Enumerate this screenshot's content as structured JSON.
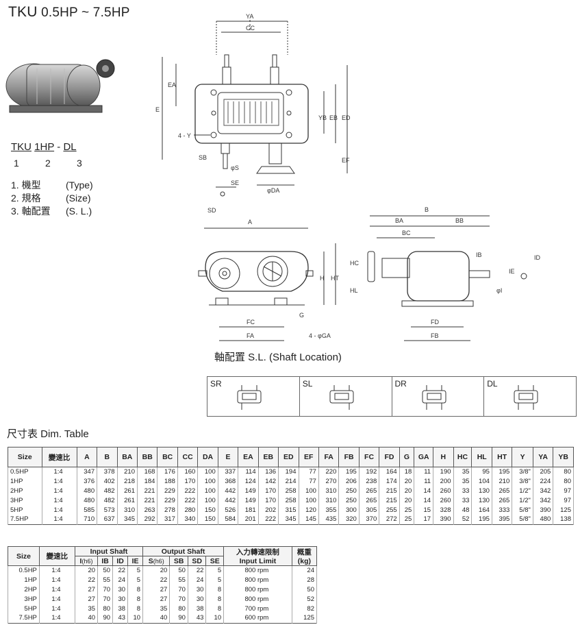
{
  "header": {
    "series": "TKU",
    "range": "0.5HP ~ 7.5HP"
  },
  "model_code": {
    "prefix": "TKU",
    "size": "1HP",
    "sep": "-",
    "loc": "DL",
    "n1": "1",
    "n2": "2",
    "n3": "3"
  },
  "legend": [
    {
      "num": "1.",
      "zh": "機型",
      "en": "(Type)"
    },
    {
      "num": "2.",
      "zh": "規格",
      "en": "(Size)"
    },
    {
      "num": "3.",
      "zh": "軸配置",
      "en": "(S. L.)"
    }
  ],
  "drawing_labels": {
    "ya": "YA",
    "cc": "CC",
    "ea": "EA",
    "e": "E",
    "yb": "YB",
    "eb": "EB",
    "ed": "ED",
    "ef": "EF",
    "four_y": "4 - Y",
    "sb": "SB",
    "phi_s": "φS",
    "se": "SE",
    "sd": "SD",
    "phi_da": "φDA",
    "a": "A",
    "h": "H",
    "ht": "HT",
    "g": "G",
    "fc": "FC",
    "fa": "FA",
    "four_ga": "4 - φGA",
    "b": "B",
    "ba": "BA",
    "bb": "BB",
    "bc": "BC",
    "hc": "HC",
    "hl": "HL",
    "ib": "IB",
    "ie": "IE",
    "id": "ID",
    "phi_i": "φI",
    "fd": "FD",
    "fb": "FB"
  },
  "shaft_location": {
    "title": "軸配置 S.L. (Shaft Location)",
    "options": [
      "SR",
      "SL",
      "DR",
      "DL"
    ]
  },
  "dim_table": {
    "title": "尺寸表  Dim. Table",
    "headers": [
      "Size",
      "變速比",
      "A",
      "B",
      "BA",
      "BB",
      "BC",
      "CC",
      "DA",
      "E",
      "EA",
      "EB",
      "ED",
      "EF",
      "FA",
      "FB",
      "FC",
      "FD",
      "G",
      "GA",
      "H",
      "HC",
      "HL",
      "HT",
      "Y",
      "YA",
      "YB"
    ],
    "rows": [
      [
        "0.5HP",
        "1:4",
        "347",
        "378",
        "210",
        "168",
        "176",
        "160",
        "100",
        "337",
        "114",
        "136",
        "194",
        "77",
        "220",
        "195",
        "192",
        "164",
        "18",
        "11",
        "190",
        "35",
        "95",
        "195",
        "3/8\"",
        "205",
        "80"
      ],
      [
        "1HP",
        "1:4",
        "376",
        "402",
        "218",
        "184",
        "188",
        "170",
        "100",
        "368",
        "124",
        "142",
        "214",
        "77",
        "270",
        "206",
        "238",
        "174",
        "20",
        "11",
        "200",
        "35",
        "104",
        "210",
        "3/8\"",
        "224",
        "80"
      ],
      [
        "2HP",
        "1:4",
        "480",
        "482",
        "261",
        "221",
        "229",
        "222",
        "100",
        "442",
        "149",
        "170",
        "258",
        "100",
        "310",
        "250",
        "265",
        "215",
        "20",
        "14",
        "260",
        "33",
        "130",
        "265",
        "1/2\"",
        "342",
        "97"
      ],
      [
        "3HP",
        "1:4",
        "480",
        "482",
        "261",
        "221",
        "229",
        "222",
        "100",
        "442",
        "149",
        "170",
        "258",
        "100",
        "310",
        "250",
        "265",
        "215",
        "20",
        "14",
        "260",
        "33",
        "130",
        "265",
        "1/2\"",
        "342",
        "97"
      ],
      [
        "5HP",
        "1:4",
        "585",
        "573",
        "310",
        "263",
        "278",
        "280",
        "150",
        "526",
        "181",
        "202",
        "315",
        "120",
        "355",
        "300",
        "305",
        "255",
        "25",
        "15",
        "328",
        "48",
        "164",
        "333",
        "5/8\"",
        "390",
        "125"
      ],
      [
        "7.5HP",
        "1:4",
        "710",
        "637",
        "345",
        "292",
        "317",
        "340",
        "150",
        "584",
        "201",
        "222",
        "345",
        "145",
        "435",
        "320",
        "370",
        "272",
        "25",
        "17",
        "390",
        "52",
        "195",
        "395",
        "5/8\"",
        "480",
        "138"
      ]
    ]
  },
  "shaft_table": {
    "h_size": "Size",
    "h_ratio": "變速比",
    "h_input": "Input Shaft",
    "h_output": "Output Shaft",
    "h_limit_zh": "入力轉速限制",
    "h_limit_en": "Input Limit",
    "h_weight_zh": "概重",
    "h_weight_en": "(kg)",
    "h_i": "I",
    "h_i_sub": "(h6)",
    "h_ib": "IB",
    "h_id": "ID",
    "h_ie": "IE",
    "h_s": "S",
    "h_s_sub": "(h6)",
    "h_sb": "SB",
    "h_sd": "SD",
    "h_se": "SE",
    "rows": [
      [
        "0.5HP",
        "1:4",
        "20",
        "50",
        "22",
        "5",
        "20",
        "50",
        "22",
        "5",
        "800 rpm",
        "24"
      ],
      [
        "1HP",
        "1:4",
        "22",
        "55",
        "24",
        "5",
        "22",
        "55",
        "24",
        "5",
        "800 rpm",
        "28"
      ],
      [
        "2HP",
        "1:4",
        "27",
        "70",
        "30",
        "8",
        "27",
        "70",
        "30",
        "8",
        "800 rpm",
        "50"
      ],
      [
        "3HP",
        "1:4",
        "27",
        "70",
        "30",
        "8",
        "27",
        "70",
        "30",
        "8",
        "800 rpm",
        "52"
      ],
      [
        "5HP",
        "1:4",
        "35",
        "80",
        "38",
        "8",
        "35",
        "80",
        "38",
        "8",
        "700 rpm",
        "82"
      ],
      [
        "7.5HP",
        "1:4",
        "40",
        "90",
        "43",
        "10",
        "40",
        "90",
        "43",
        "10",
        "600 rpm",
        "125"
      ]
    ]
  }
}
